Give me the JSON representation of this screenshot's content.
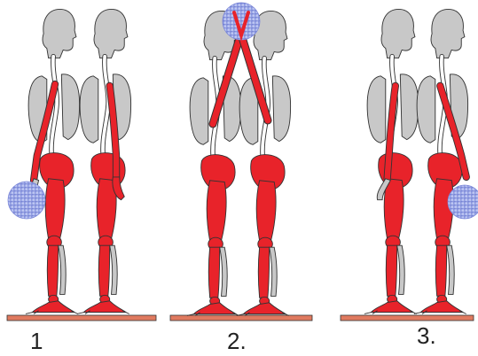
{
  "steps": [
    {
      "label": "1",
      "ball_position": "low-front"
    },
    {
      "label": "2.",
      "ball_position": "overhead"
    },
    {
      "label": "3.",
      "ball_position": "low-back"
    }
  ],
  "colors": {
    "highlight": "#e8232a",
    "body": "#c8c8c8",
    "outline": "#333333",
    "floor": "#e07a5f",
    "ball": "#9aa8e6"
  },
  "icons": [
    "medicine-ball-icon",
    "human-figure-icon",
    "floor-icon"
  ]
}
